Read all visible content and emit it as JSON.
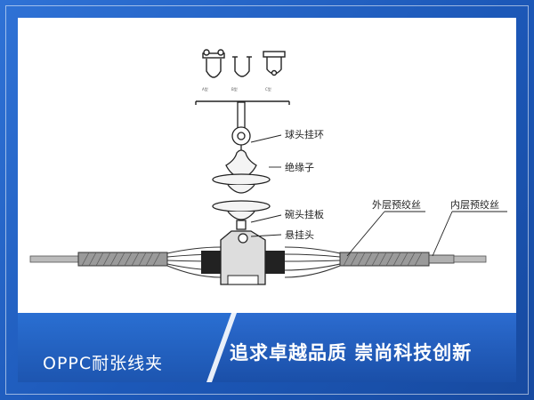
{
  "labels": {
    "ball_eye": "球头挂环",
    "insulator": "绝缘子",
    "socket_clevis": "碗头挂板",
    "suspension_head": "悬挂头",
    "outer_rod": "外层预绞丝",
    "inner_rod": "内层预绞丝"
  },
  "footer": {
    "product_name": "OPPC耐张线夹",
    "slogan": "追求卓越品质 崇尚科技创新"
  },
  "colors": {
    "frame_blue": "#1c58b8",
    "banner_blue": "#1e5ec2",
    "panel_white": "#ffffff",
    "line_dark": "#222222"
  }
}
